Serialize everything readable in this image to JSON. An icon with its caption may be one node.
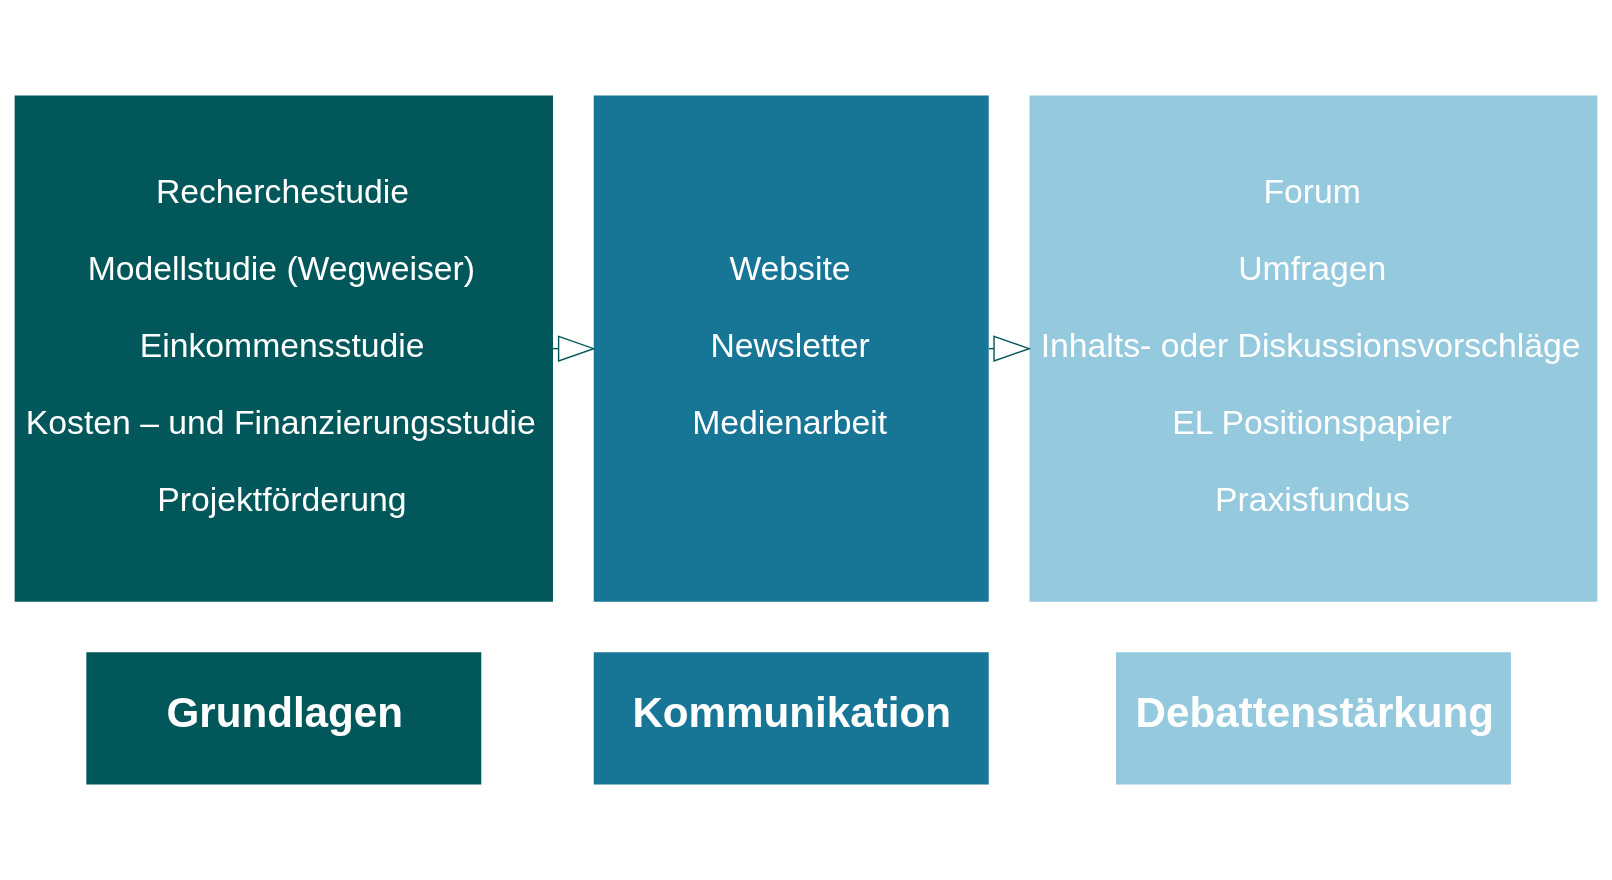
{
  "diagram": {
    "nodes": [
      {
        "text": [
          "Grundlagen"
        ]
      },
      {
        "text": [
          "Kommunikation"
        ]
      },
      {
        "text": [
          "Debattenstärkung"
        ]
      },
      {
        "text": [
          "Recherchestudie",
          "Modellstudie (Wegweiser)",
          "Einkommensstudie",
          "Kosten – und Finanzierungsstudie",
          "Projektförderung"
        ]
      },
      {
        "text": [
          "Website",
          "Newsletter",
          "Medienarbeit"
        ]
      },
      {
        "text": [
          "Forum",
          "Umfragen",
          "Inhalts- oder Diskussionsvorschläge",
          "EL Positionspapier",
          "Praxisfundus"
        ]
      }
    ],
    "edges": [
      {
        "from": 3,
        "to": 4,
        "arrow": "to"
      },
      {
        "from": 4,
        "to": 5,
        "arrow": "to"
      }
    ]
  }
}
